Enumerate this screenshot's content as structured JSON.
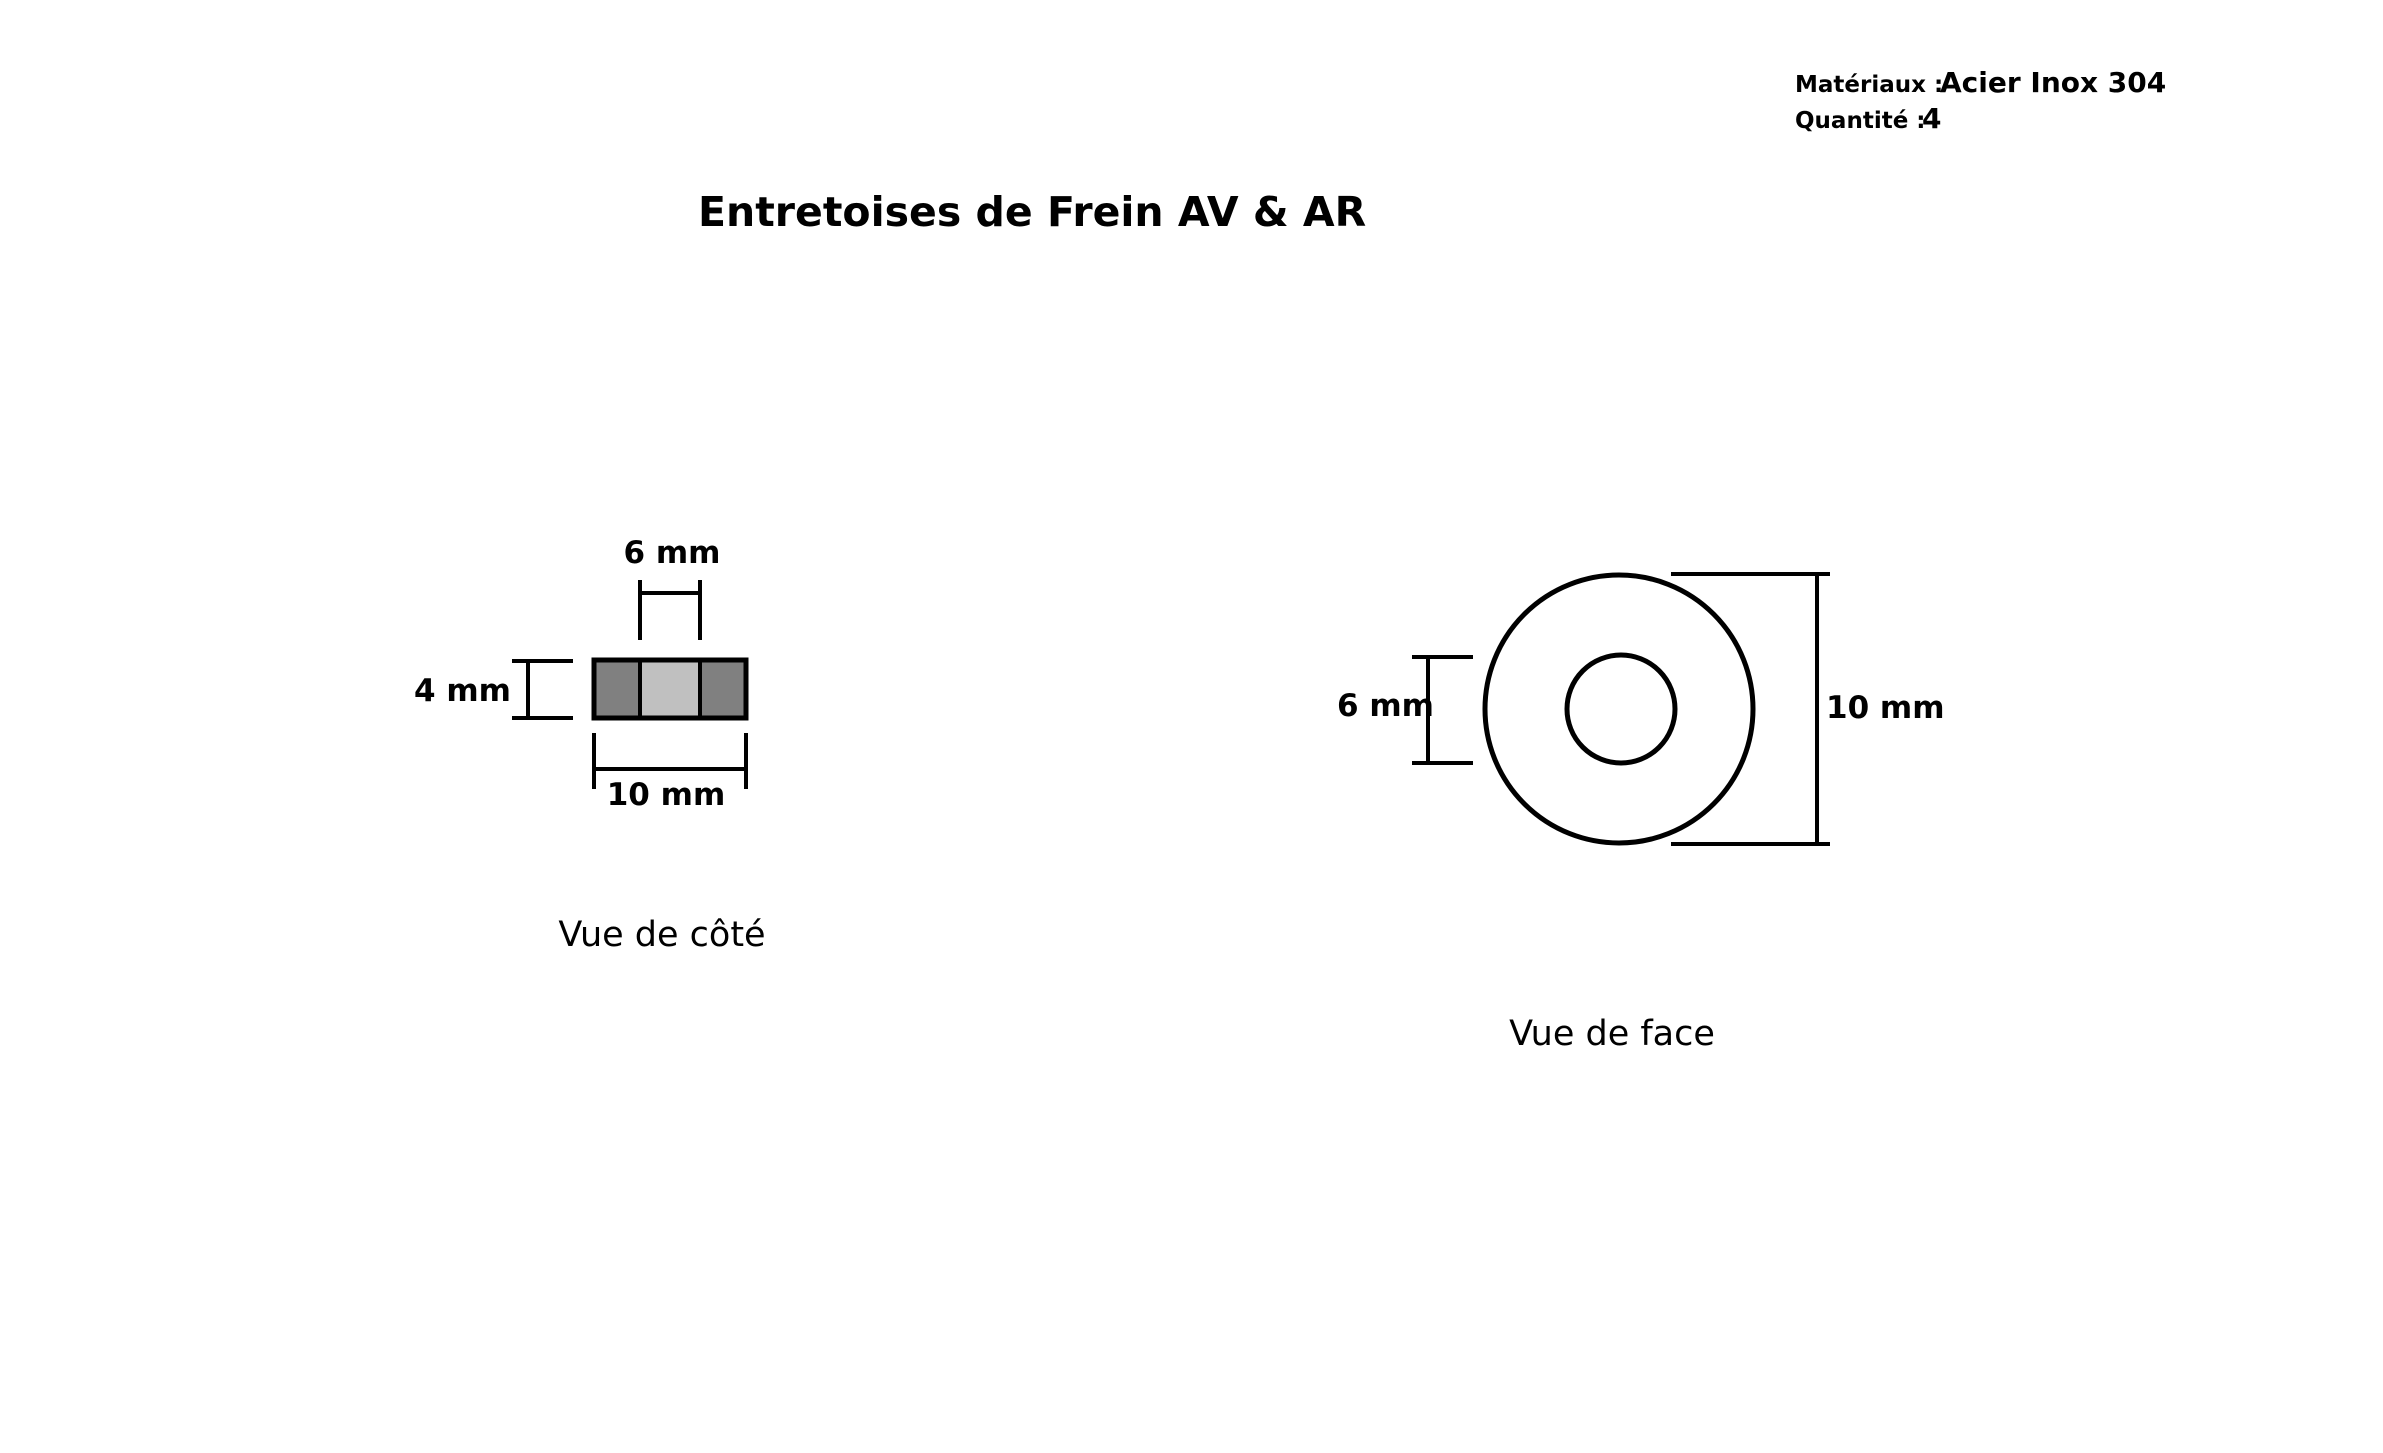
{
  "header": {
    "materials_label": "Matériaux :",
    "materials_value": "Acier Inox 304",
    "quantity_label": "Quantité :",
    "quantity_value": "4"
  },
  "title": "Entretoises de Frein AV & AR",
  "side_view": {
    "caption": "Vue de côté",
    "dim_top": "6 mm",
    "dim_left": "4 mm",
    "dim_bottom": "10 mm",
    "colors": {
      "outer": "#808080",
      "inner": "#c0c0c0"
    }
  },
  "front_view": {
    "caption": "Vue de face",
    "dim_left": "6 mm",
    "dim_right": "10 mm"
  }
}
